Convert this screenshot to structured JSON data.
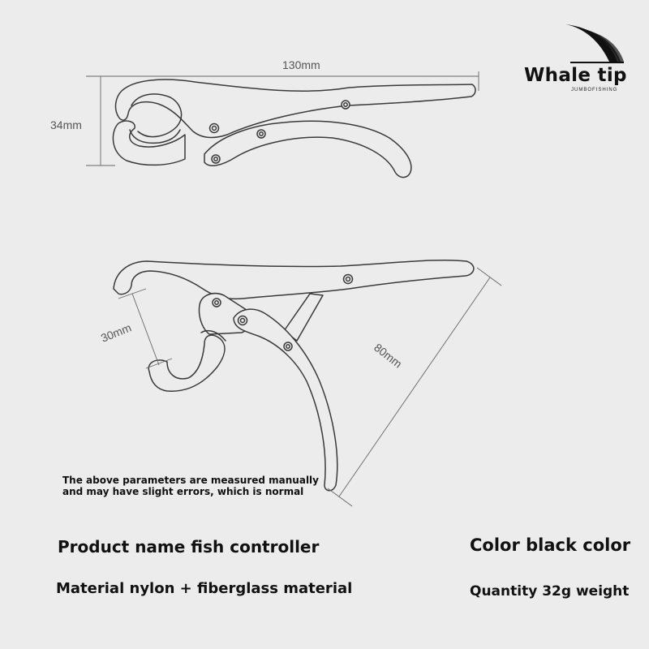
{
  "brand": {
    "name": "Whale tip",
    "tagline": "JUMBOFISHING"
  },
  "dimensions": {
    "length": "130mm",
    "height": "34mm",
    "jaw_opening": "30mm",
    "handle_length": "80mm"
  },
  "note": {
    "line1": "The above parameters are measured manually",
    "line2": "and may have slight errors, which is normal"
  },
  "specs": {
    "product_name": "Product name fish controller",
    "color": "Color black color",
    "material": "Material nylon + fiberglass material",
    "quantity": "Quantity 32g weight"
  },
  "colors": {
    "background": "#ececec",
    "outline": "#3a3a3a",
    "dimension_line": "#666666"
  }
}
